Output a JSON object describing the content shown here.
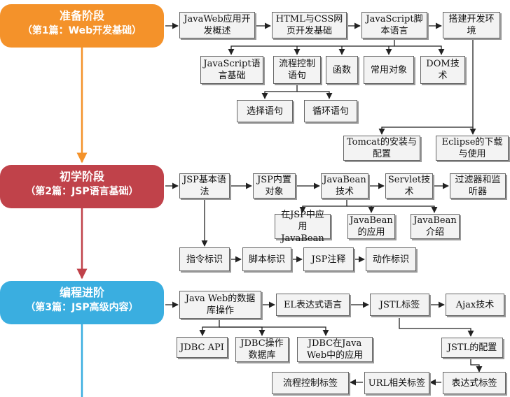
{
  "stages": [
    {
      "title": "准备阶段",
      "subtitle": "（第1篇：Web开发基础）",
      "color": "#f4922a"
    },
    {
      "title": "初学阶段",
      "subtitle": "（第2篇：JSP语言基础）",
      "color": "#c0424a"
    },
    {
      "title": "编程进阶",
      "subtitle": "（第3篇：JSP高级内容）",
      "color": "#3aaee0"
    }
  ],
  "nodes": {
    "javaweb_overview": "JavaWeb应用开发概述",
    "html_css": "HTML与CSS网页开发基础",
    "javascript_lang": "JavaScript脚本语言",
    "env_setup": "搭建开发环境",
    "js_basics": "JavaScript语言基础",
    "flow_control": "流程控制语句",
    "functions": "函数",
    "common_objects": "常用对象",
    "dom": "DOM技术",
    "select_stmt": "选择语句",
    "loop_stmt": "循环语句",
    "tomcat": "Tomcat的安装与配置",
    "eclipse": "Eclipse的下载与使用",
    "jsp_syntax": "JSP基本语法",
    "jsp_builtin": "JSP内置对象",
    "javabean_tech": "JavaBean技术",
    "servlet_tech": "Servlet技术",
    "filter_listener": "过滤器和监听器",
    "javabean_in_jsp": "在JSP中应用JavaBean",
    "javabean_app": "JavaBean的应用",
    "javabean_intro": "JavaBean介绍",
    "directive_tag": "指令标识",
    "script_tag": "脚本标识",
    "jsp_comment": "JSP注释",
    "action_tag": "动作标识",
    "db_ops": "Java Web的数据库操作",
    "el": "EL表达式语言",
    "jstl_tags": "JSTL标签",
    "ajax": "Ajax技术",
    "jdbc_api": "JDBC API",
    "jdbc_db_ops": "JDBC操作数据库",
    "jdbc_in_web": "JDBC在Java Web中的应用",
    "jstl_config": "JSTL的配置",
    "expr_tags": "表达式标签",
    "url_tags": "URL相关标签",
    "flow_tags": "流程控制标签"
  }
}
